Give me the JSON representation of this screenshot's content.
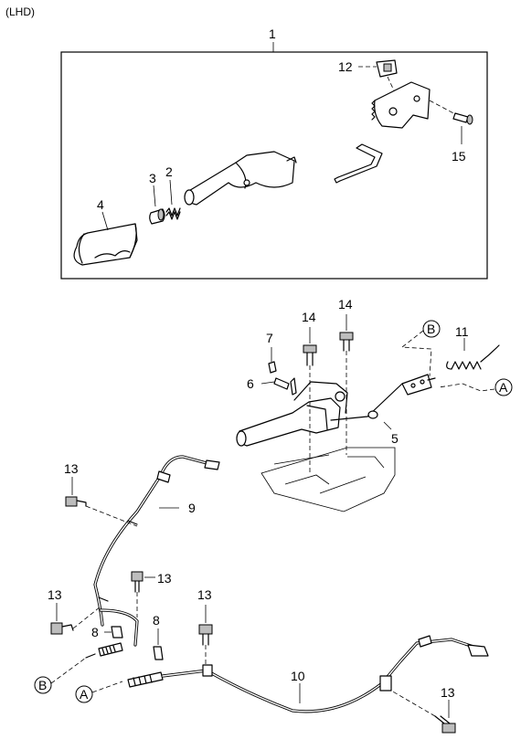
{
  "header": {
    "variant": "(LHD)"
  },
  "callouts": {
    "assembly": "1",
    "spring_2": "2",
    "button_3": "3",
    "grip_4": "4",
    "cable_5": "5",
    "bolt_6": "6",
    "pin_7": "7",
    "clip_8a": "8",
    "clip_8b": "8",
    "rear_cable_9": "9",
    "rear_cable_10": "10",
    "spring_11": "11",
    "pawl_12": "12",
    "bolt_13a": "13",
    "bolt_13b": "13",
    "bolt_13c": "13",
    "bolt_13d": "13",
    "bolt_13e": "13",
    "bolt_14a": "14",
    "bolt_14b": "14",
    "bolt_15": "15"
  },
  "connectors": {
    "a_upper": "A",
    "b_upper": "B",
    "a_lower": "A",
    "b_lower": "B"
  }
}
